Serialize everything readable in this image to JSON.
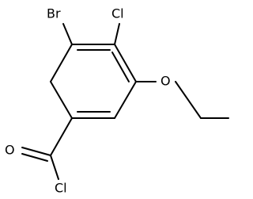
{
  "molecule": {
    "atoms": {
      "bromine": "Br",
      "chlorine_ring": "Cl",
      "oxygen_ether": "O",
      "oxygen_carbonyl": "O",
      "chlorine_acyl": "Cl"
    },
    "colors": {
      "bond": "#000000",
      "label": "#000000",
      "background": "#ffffff"
    }
  }
}
